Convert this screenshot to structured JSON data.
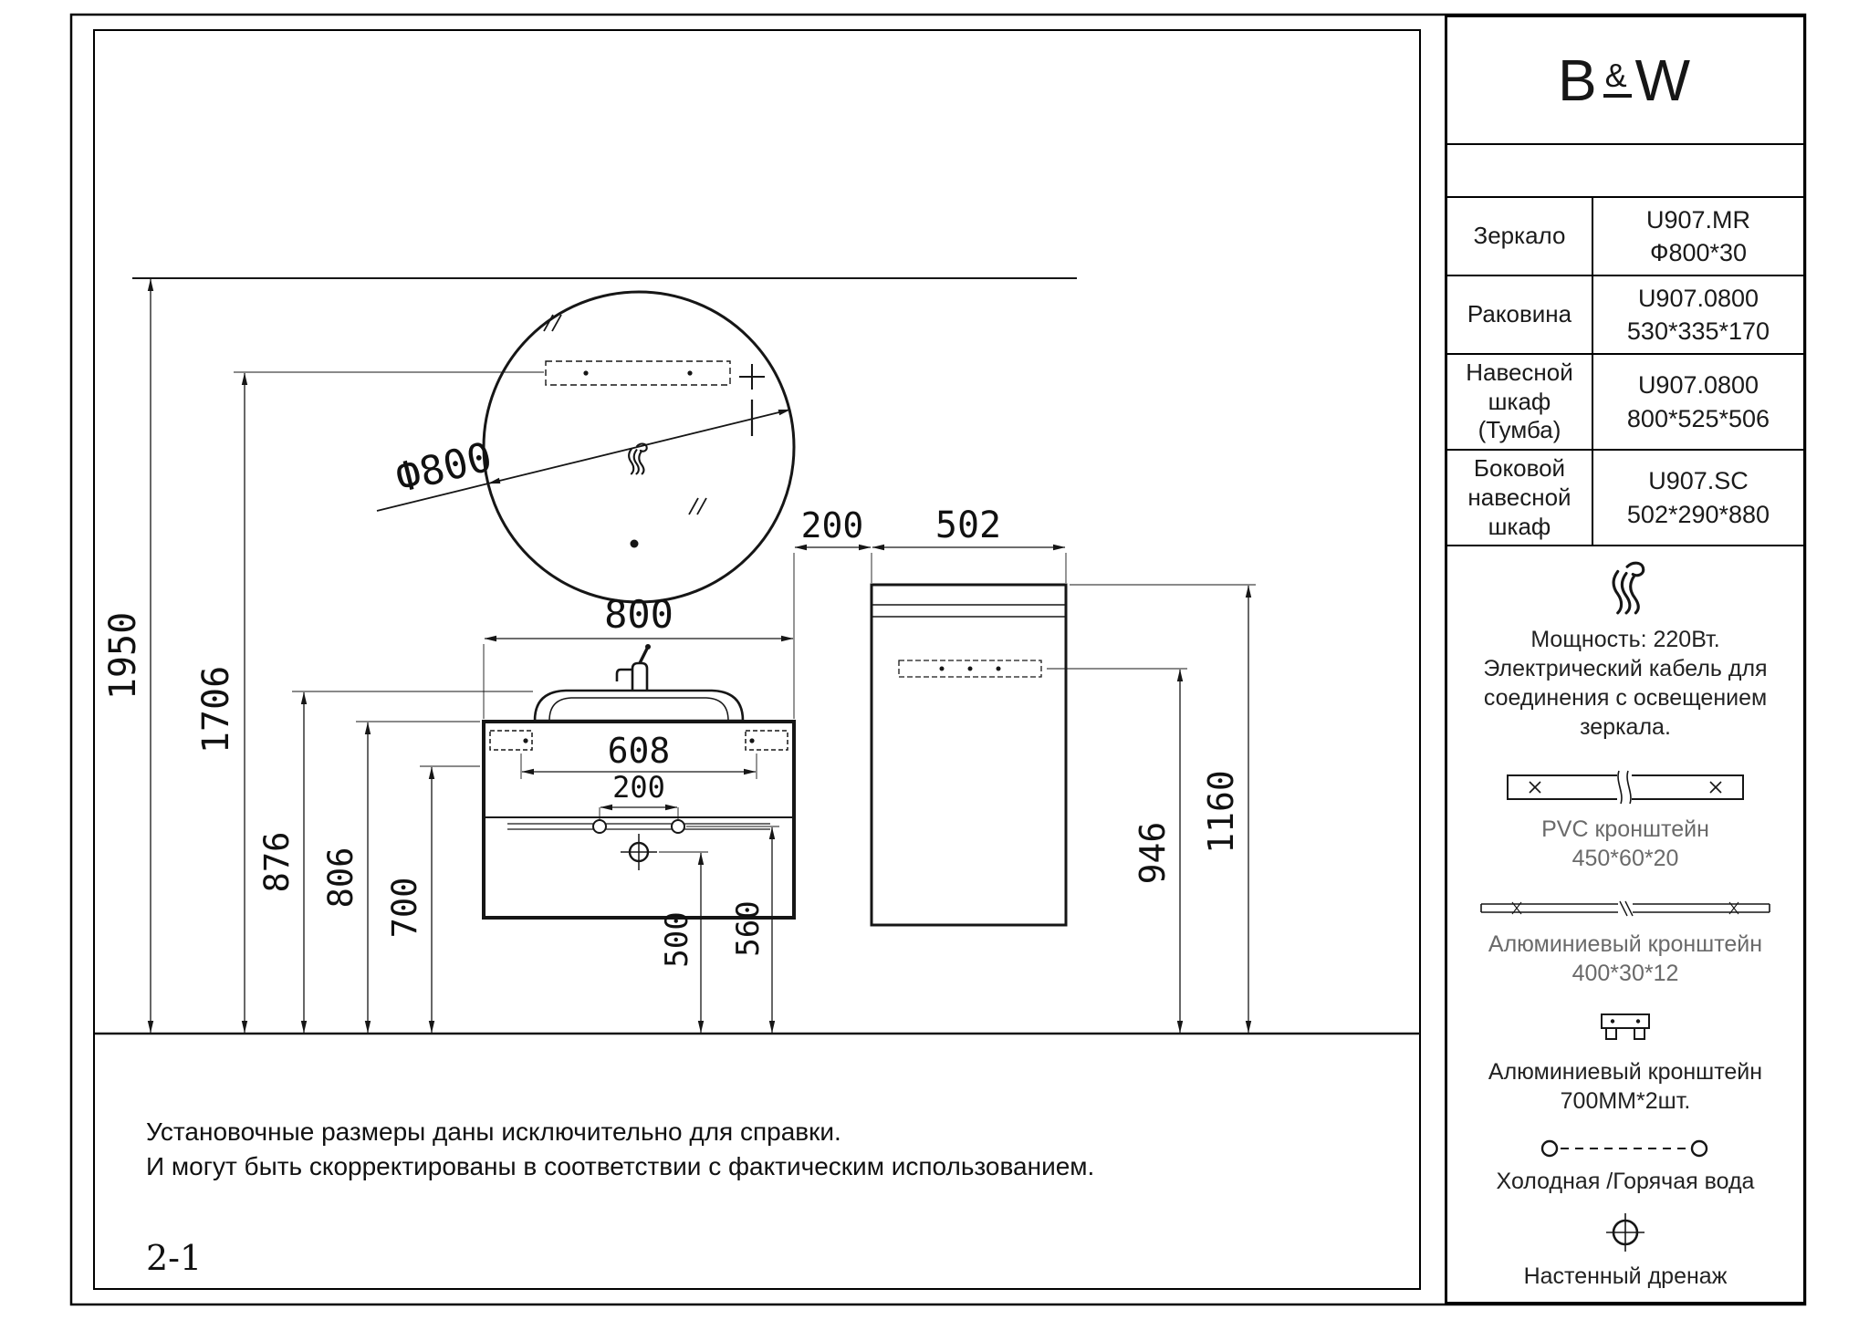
{
  "page": {
    "sheet_number": "2-1",
    "notes": [
      "Установочные размеры даны исключительно для справки.",
      "И могут быть скорректированы в соответствии с фактическим использованием."
    ]
  },
  "drawing": {
    "dims": {
      "h1950": "1950",
      "h1706": "1706",
      "h876": "876",
      "h806": "806",
      "h700": "700",
      "h500": "500",
      "h560": "560",
      "h946": "946",
      "h1160": "1160",
      "w800": "800",
      "w608": "608",
      "w200_holes": "200",
      "w200_gap": "200",
      "w502": "502",
      "mirror_diameter": "Ф800"
    }
  },
  "panel": {
    "logo": {
      "b": "B",
      "amp": "&",
      "w": "W"
    },
    "table": [
      {
        "label": "Зеркало",
        "model": "U907.MR",
        "size": "Ф800*30"
      },
      {
        "label": "Раковина",
        "model": "U907.0800",
        "size": "530*335*170"
      },
      {
        "label": "Навесной шкаф (Тумба)",
        "model": "U907.0800",
        "size": "800*525*506"
      },
      {
        "label": "Боковой навесной шкаф",
        "model": "U907.SC",
        "size": "502*290*880"
      }
    ],
    "power_note": [
      "Мощность: 220Вт.",
      "Электрический кабель для",
      "соединения с освещением",
      "зеркала."
    ],
    "pvc_note": [
      "PVC кронштейн",
      "450*60*20"
    ],
    "alu_note1": [
      "Алюминиевый кронштейн",
      "400*30*12"
    ],
    "alu_note2": [
      "Алюминиевый кронштейн",
      "700ММ*2шт."
    ],
    "water_note": "Холодная /Горячая вода",
    "drain_note": "Настенный дренаж"
  },
  "icons": {
    "panel": [
      "power-cable-icon",
      "pvc-bracket-icon",
      "aluminum-bracket-icon",
      "mounting-bracket-icon",
      "water-supply-icon",
      "wall-drain-icon"
    ],
    "drawing": [
      "mirror-cable-icon",
      "faucet-icon",
      "drain-symbol",
      "led-strip",
      "switch-plus-icon"
    ]
  },
  "colors": {
    "ink": "#161616",
    "muted": "#6a6a6a",
    "background": "#ffffff"
  }
}
